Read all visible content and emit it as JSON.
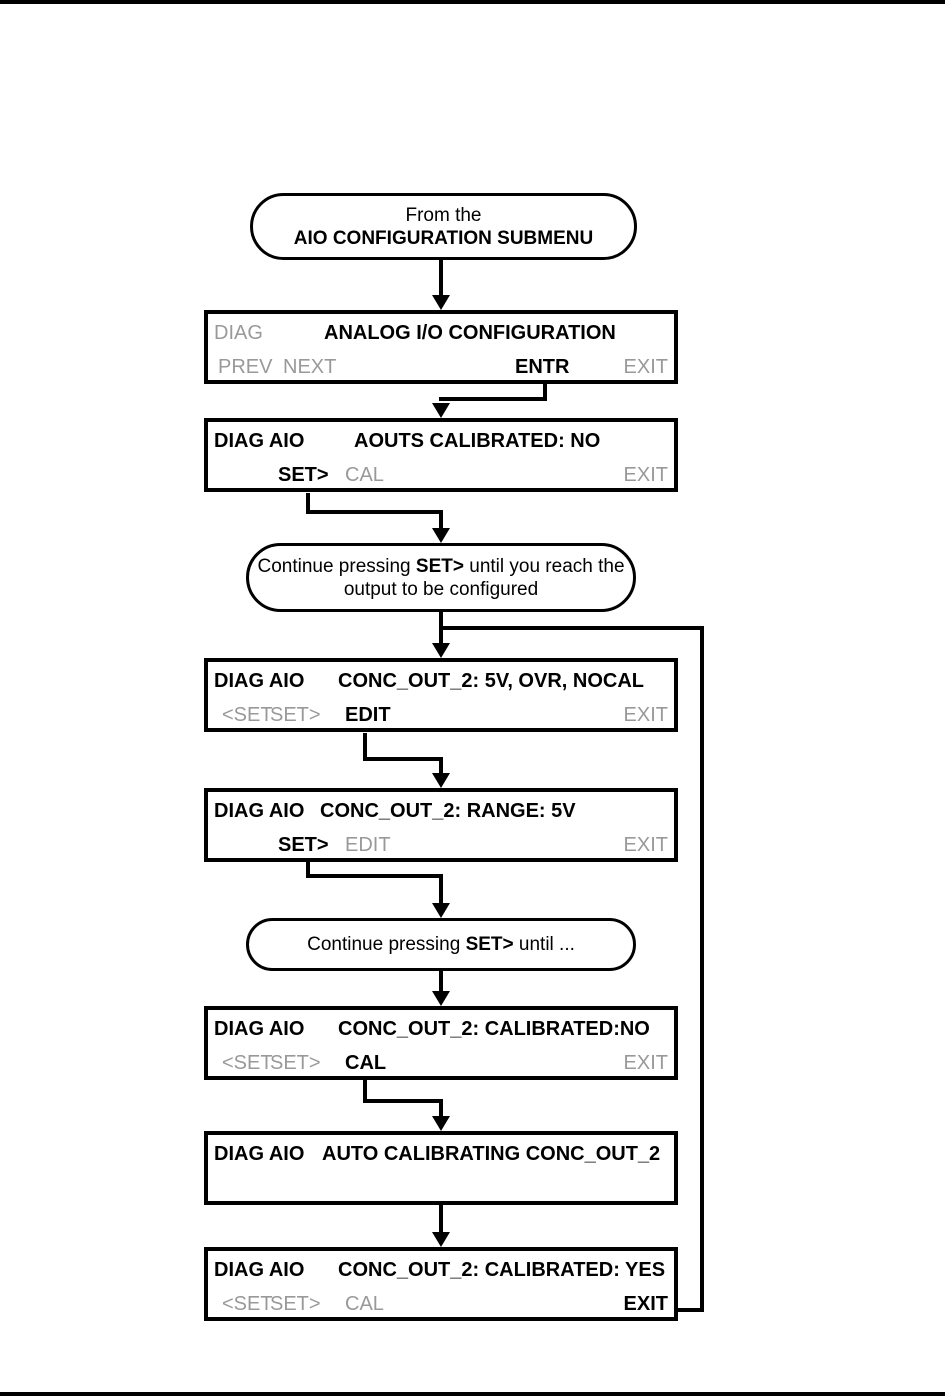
{
  "colors": {
    "active_text": "#000000",
    "inactive_text": "#999999",
    "line": "#000000",
    "background": "#ffffff"
  },
  "flow": {
    "start": {
      "line1": "From the",
      "line2": "AIO CONFIGURATION SUBMENU"
    },
    "continue1": {
      "pre": "Continue pressing ",
      "key": "SET>",
      "post": " until you reach the",
      "line2": "output to be configured"
    },
    "continue2": {
      "pre": "Continue pressing ",
      "key": "SET>",
      "post": " until ..."
    }
  },
  "screens": [
    {
      "mode": "DIAG",
      "title": "ANALOG I/O CONFIGURATION",
      "buttons": {
        "b1": "PREV",
        "b2": "NEXT",
        "b3": "ENTR",
        "b4": "EXIT"
      }
    },
    {
      "mode": "DIAG AIO",
      "title": "AOUTS CALIBRATED: NO",
      "buttons": {
        "b1": "SET>",
        "b2": "CAL",
        "b4": "EXIT"
      }
    },
    {
      "mode": "DIAG AIO",
      "title": "CONC_OUT_2: 5V, OVR, NOCAL",
      "buttons": {
        "b1": "<SET",
        "b2": "SET>",
        "b3": "EDIT",
        "b4": "EXIT"
      }
    },
    {
      "mode": "DIAG AIO",
      "title": "CONC_OUT_2: RANGE: 5V",
      "buttons": {
        "b1": "SET>",
        "b2": "EDIT",
        "b4": "EXIT"
      }
    },
    {
      "mode": "DIAG AIO",
      "title": "CONC_OUT_2: CALIBRATED:NO",
      "buttons": {
        "b1": "<SET",
        "b2": "SET>",
        "b3": "CAL",
        "b4": "EXIT"
      }
    },
    {
      "mode": "DIAG AIO",
      "title": "AUTO CALIBRATING CONC_OUT_2",
      "buttons": {}
    },
    {
      "mode": "DIAG AIO",
      "title": "CONC_OUT_2: CALIBRATED: YES",
      "buttons": {
        "b1": "<SET",
        "b2": "SET>",
        "b3": "CAL",
        "b4": "EXIT"
      }
    }
  ]
}
